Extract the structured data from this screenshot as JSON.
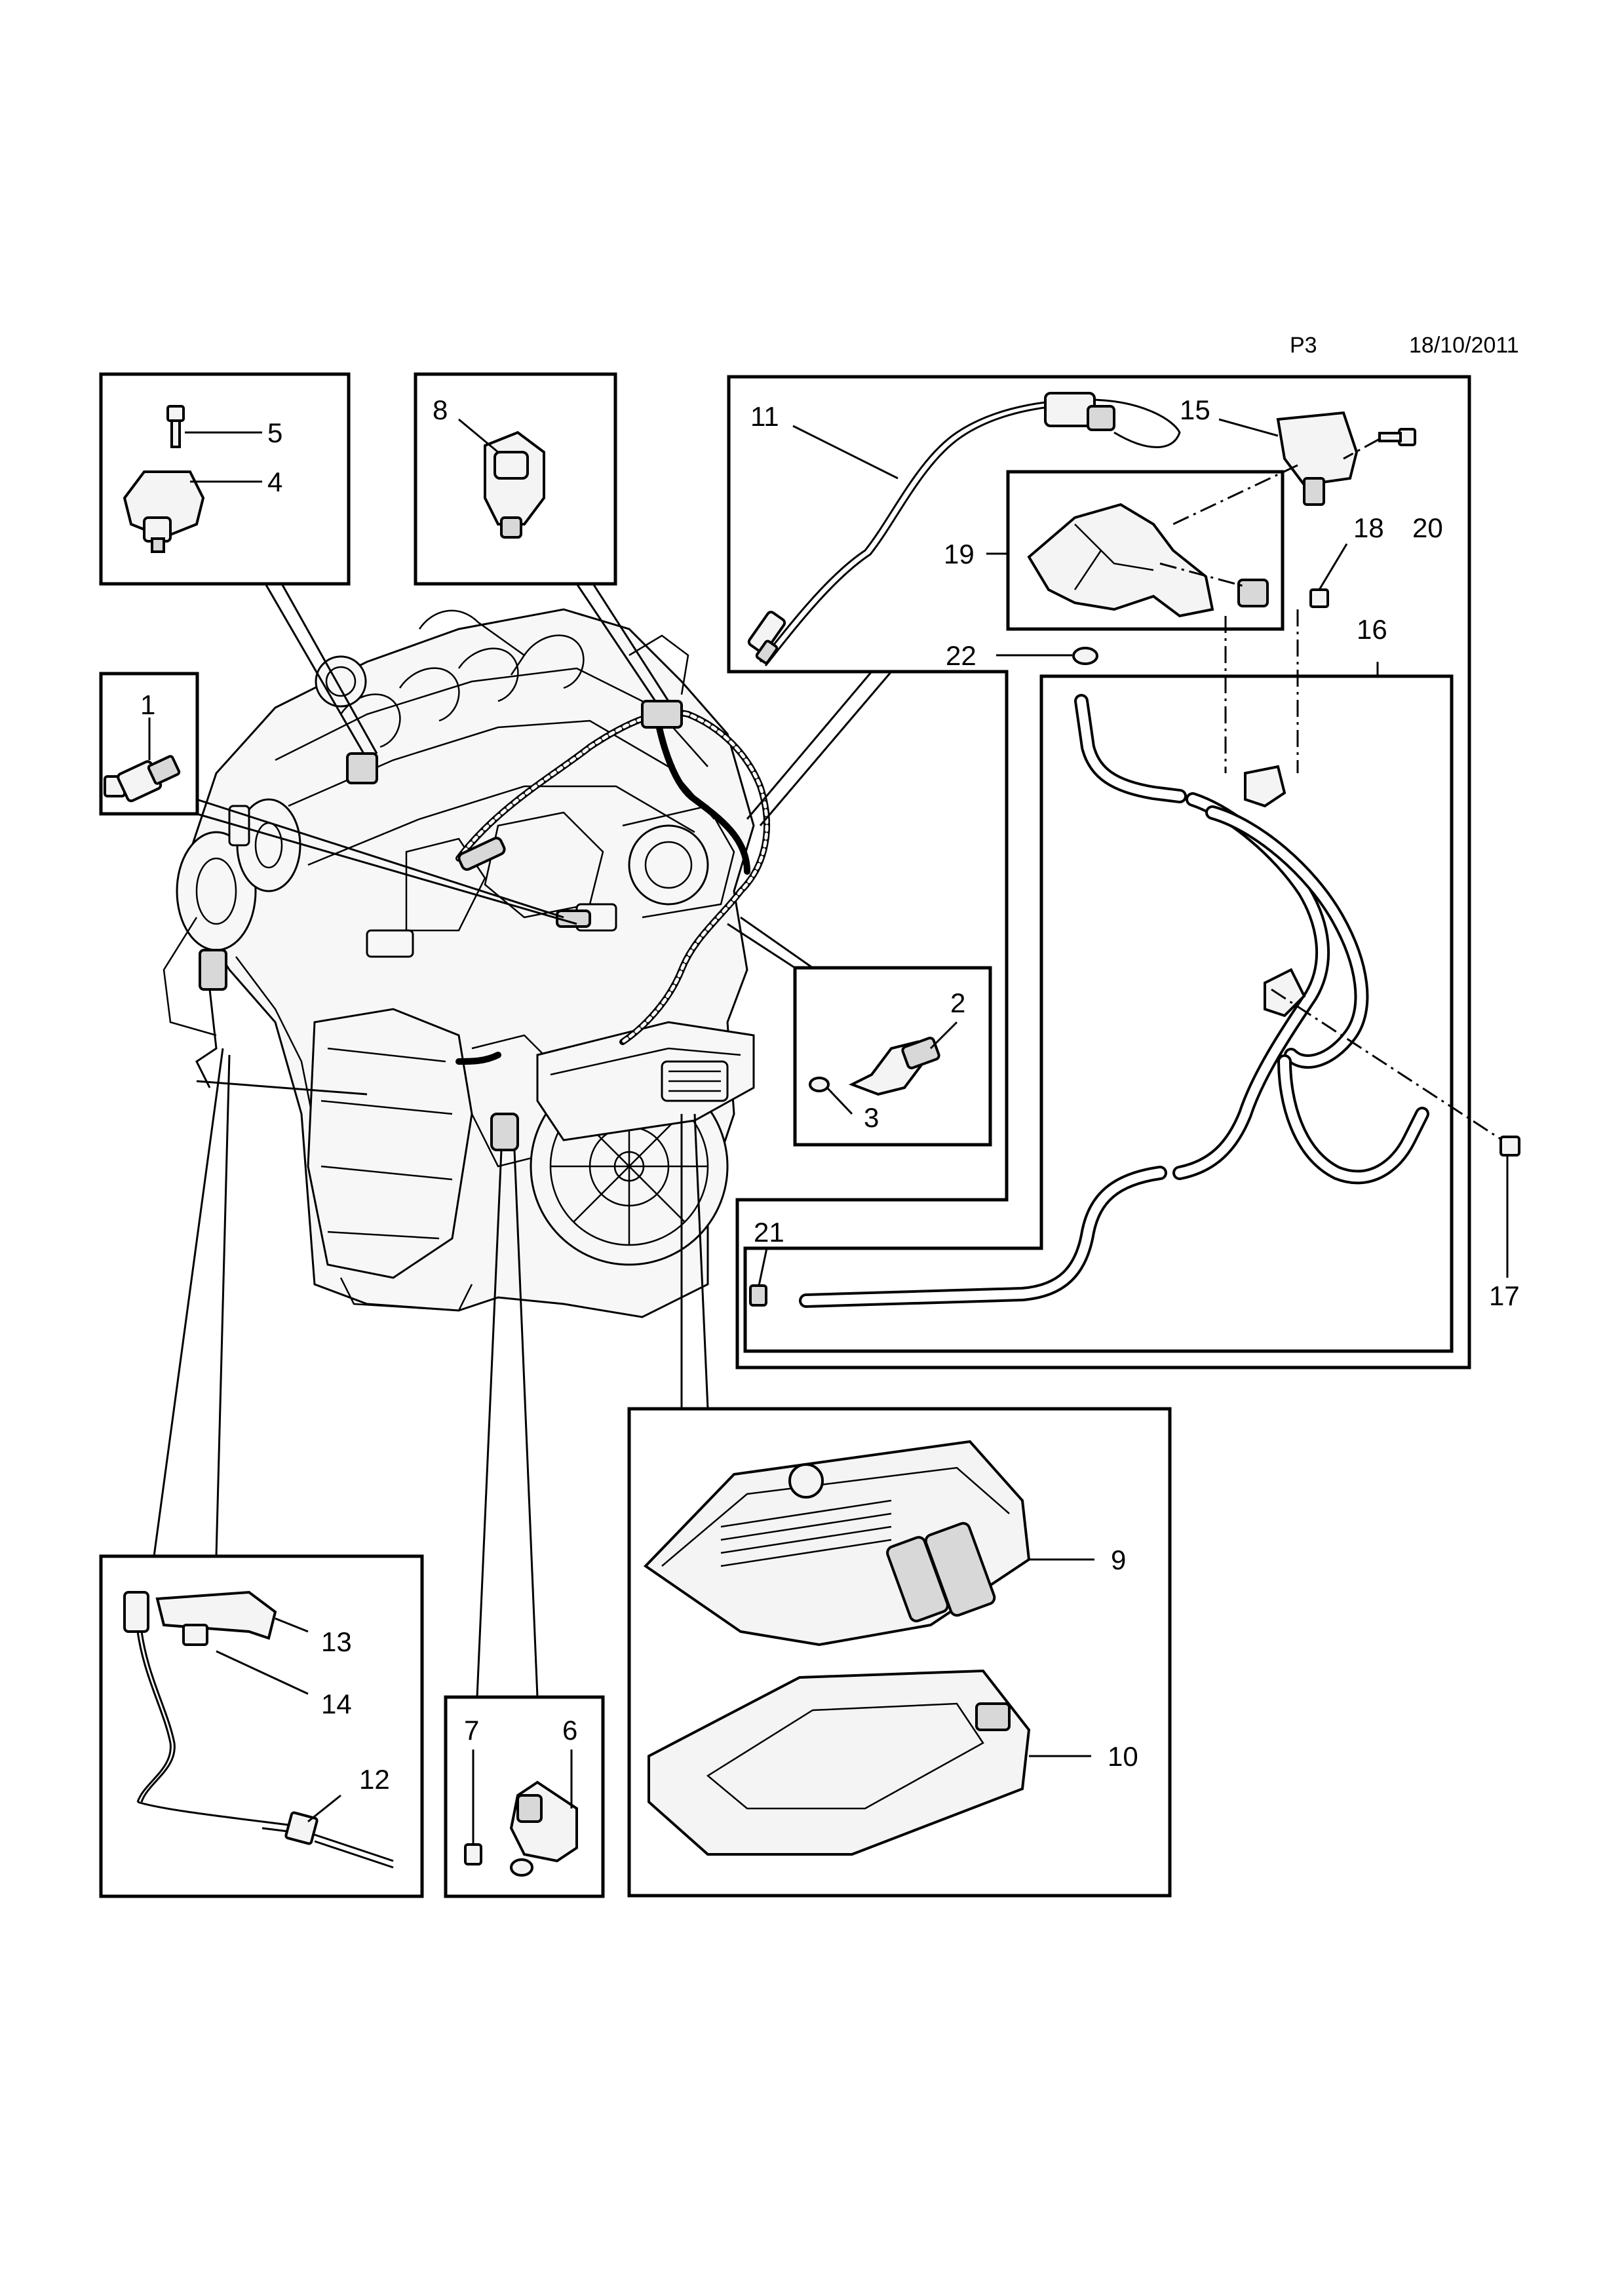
{
  "header": {
    "page": "P3",
    "date": "18/10/2011"
  },
  "callouts": {
    "c1": "1",
    "c2": "2",
    "c3": "3",
    "c4": "4",
    "c5": "5",
    "c6": "6",
    "c7": "7",
    "c8": "8",
    "c9": "9",
    "c10": "10",
    "c11": "11",
    "c12": "12",
    "c13": "13",
    "c14": "14",
    "c15": "15",
    "c16": "16",
    "c17": "17",
    "c18": "18",
    "c19": "19",
    "c20": "20",
    "c21": "21",
    "c22": "22"
  }
}
